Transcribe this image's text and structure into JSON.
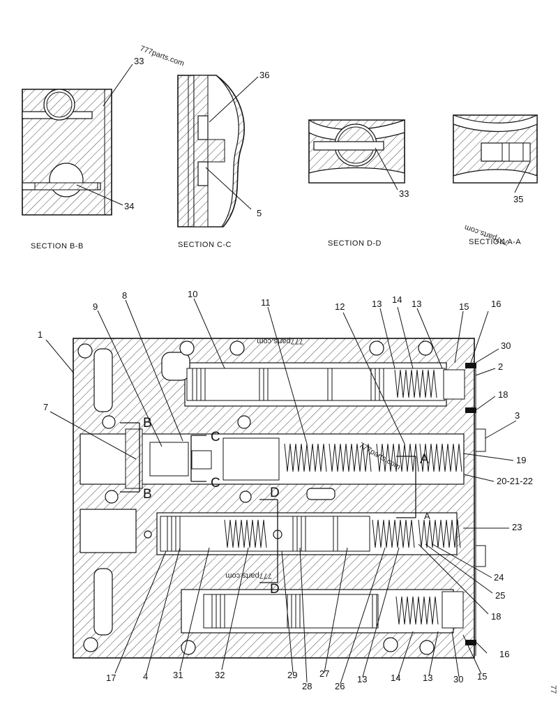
{
  "watermarks": {
    "top": "777parts.com",
    "mid_right": "777parts.com",
    "body_top": "777parts.com",
    "body_center": "777parts.com",
    "body_lower": "777parts.com"
  },
  "sections": {
    "b": "SECTION B-B",
    "c": "SECTION C-C",
    "d": "SECTION D-D",
    "a": "SECTION A-A"
  },
  "section_markers": {
    "a": "A",
    "b": "B",
    "c": "C",
    "d": "D"
  },
  "callouts": {
    "c33a": "33",
    "c36": "36",
    "c34": "34",
    "c5": "5",
    "c33b": "33",
    "c35": "35",
    "c1": "1",
    "c7": "7",
    "c9": "9",
    "c8": "8",
    "c10": "10",
    "c11": "11",
    "c12": "12",
    "c13a": "13",
    "c14a": "14",
    "c13b": "13",
    "c15a": "15",
    "c16a": "16",
    "c30a": "30",
    "c2": "2",
    "c18a": "18",
    "c3": "3",
    "c19": "19",
    "c202122": "20-21-22",
    "c23": "23",
    "c24": "24",
    "c25": "25",
    "c18b": "18",
    "c16b": "16",
    "c15b": "15",
    "c30b": "30",
    "c13c": "13",
    "c14b": "14",
    "c13d": "13",
    "c26": "26",
    "c27": "27",
    "c28": "28",
    "c29": "29",
    "c32": "32",
    "c31": "31",
    "c4": "4",
    "c17": "17"
  },
  "edge_mark": "77"
}
